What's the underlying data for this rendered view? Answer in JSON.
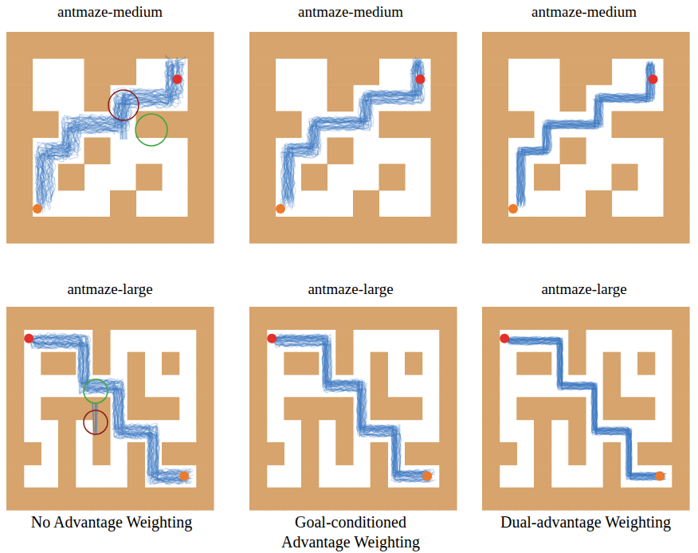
{
  "diagram": {
    "labels": [
      "antmaze-medium",
      "antmaze-medium",
      "antmaze-medium",
      "antmaze-large",
      "antmaze-large",
      "antmaze-large",
      "No Advantage Weighting",
      "Goal-conditioned Advantage Weighting",
      "Dual-advantage Weighting"
    ]
  }
}
